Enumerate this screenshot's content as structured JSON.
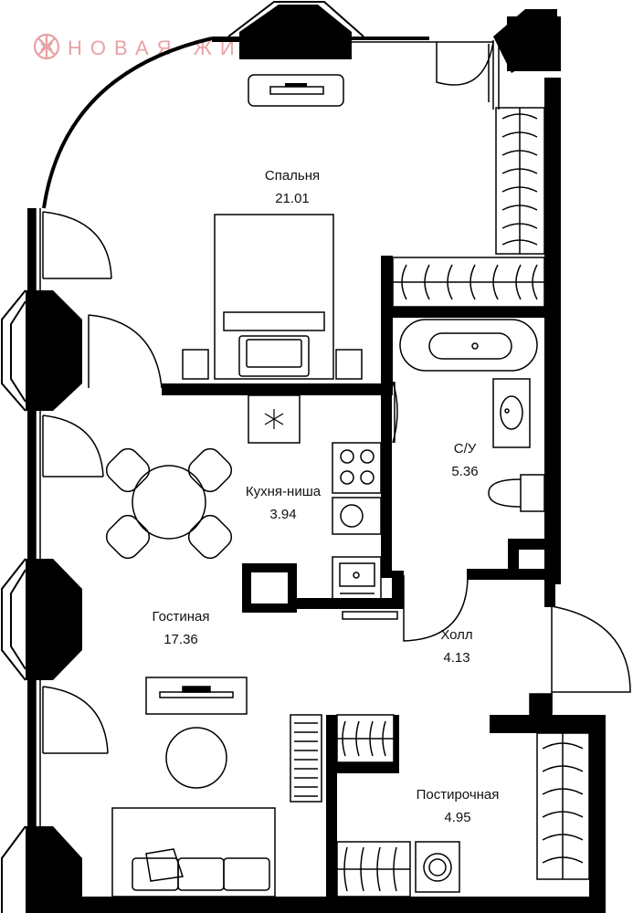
{
  "brand": {
    "name": "НОВАЯ ЖИЗНЬ",
    "color": "#e9a2a6"
  },
  "colors": {
    "wall": "#000000",
    "line": "#111111",
    "background": "#ffffff"
  },
  "rooms": [
    {
      "id": "bedroom",
      "name": "Спальня",
      "area": "21.01"
    },
    {
      "id": "kitchen",
      "name": "Кухня-ниша",
      "area": "3.94"
    },
    {
      "id": "bathroom",
      "name": "С/У",
      "area": "5.36"
    },
    {
      "id": "living",
      "name": "Гостиная",
      "area": "17.36"
    },
    {
      "id": "hall",
      "name": "Холл",
      "area": "4.13"
    },
    {
      "id": "laundry",
      "name": "Постирочная",
      "area": "4.95"
    }
  ],
  "icons": {
    "logo": "flower-logo-icon",
    "freezer": "snowflake-icon"
  }
}
